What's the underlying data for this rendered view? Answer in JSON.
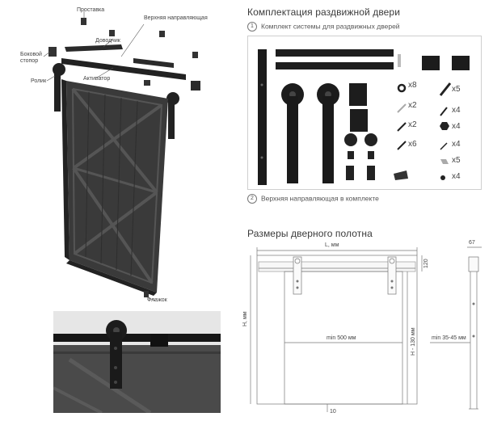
{
  "exploded_view": {
    "labels": {
      "spacer": "Проставка",
      "top_rail": "Верхняя направляющая",
      "closer": "Доводчик",
      "side_stopper": "Боковой стопор",
      "roller": "Ролик",
      "activator": "Активатор",
      "floor_guide": "Флажок"
    }
  },
  "kit": {
    "title": "Комплектация раздвижной двери",
    "item1": {
      "number": "1",
      "text": "Комплект системы для раздвижных дверей"
    },
    "item2": {
      "number": "2",
      "text": "Верхняя направляющая в комплекте"
    },
    "quantities": {
      "washer": "x8",
      "long_bolt": "x5",
      "pin1": "x2",
      "screw1": "x4",
      "pin2": "x2",
      "nut": "x4",
      "pin3": "x6",
      "small_screw": "x4",
      "spacer": "x5",
      "dot_nut": "x4"
    }
  },
  "dimensions": {
    "title": "Размеры дверного полотна",
    "l_mm": "L, мм",
    "h_mm": "H, мм",
    "min_width": "min 500 мм",
    "h_minus": "H - 130 мм",
    "min_thickness": "min 35-45 мм",
    "top_gap": "120",
    "bottom_gap": "10",
    "side_dim": "67"
  }
}
